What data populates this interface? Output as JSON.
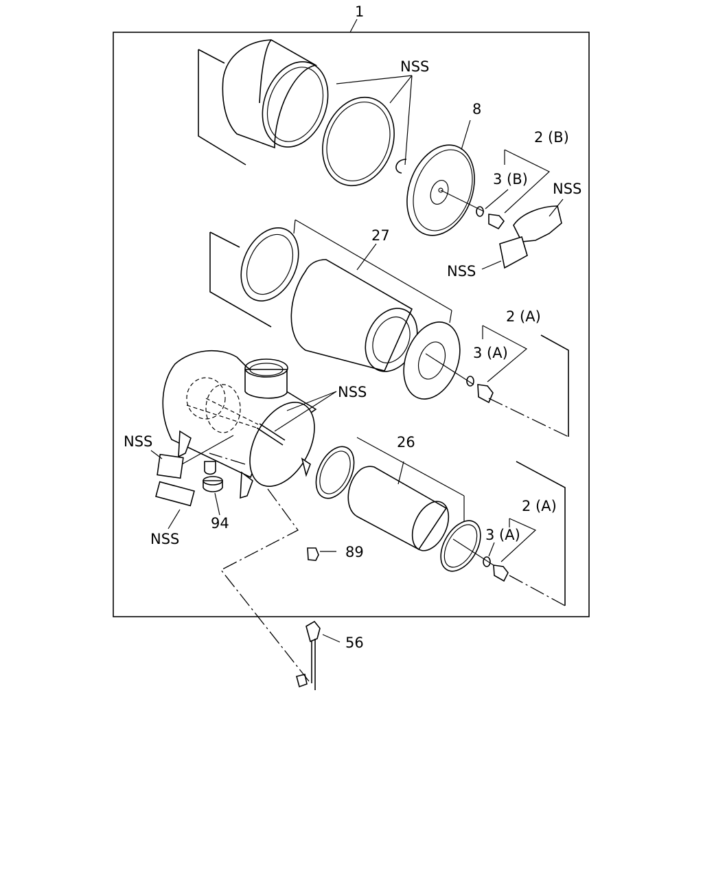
{
  "labels": {
    "assembly": "1",
    "nss_top": "NSS",
    "cover_8": "8",
    "bracket_2b": "2 (B)",
    "washer_3b": "3 (B)",
    "nss_right_upper": "NSS",
    "nss_right_lower": "NSS",
    "element_27": "27",
    "bracket_2a_upper": "2 (A)",
    "washer_3a_upper": "3 (A)",
    "nss_housing": "NSS",
    "nss_left_upper": "NSS",
    "element_26": "26",
    "nss_left_lower": "NSS",
    "valve_94": "94",
    "nut_89": "89",
    "bracket_2a_lower": "2 (A)",
    "washer_3a_lower": "3 (A)",
    "sensor_56": "56"
  }
}
